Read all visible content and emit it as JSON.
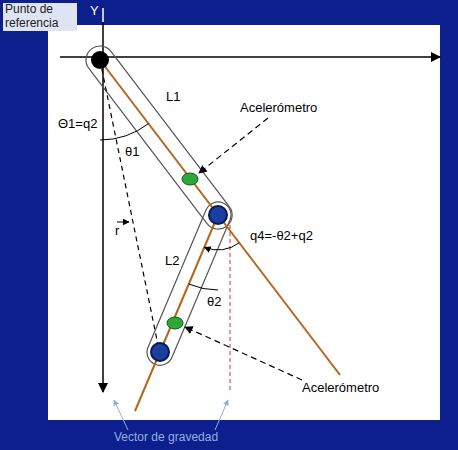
{
  "diagram": {
    "labels": [
      "Punto de referencia",
      "Y",
      "Θ1=q2",
      "θ1",
      "L1",
      "Acelerómetro",
      "r",
      "q4=-θ2+q2",
      "L2",
      "θ2",
      "Acelerómetro",
      "Vector de gravedad"
    ]
  }
}
